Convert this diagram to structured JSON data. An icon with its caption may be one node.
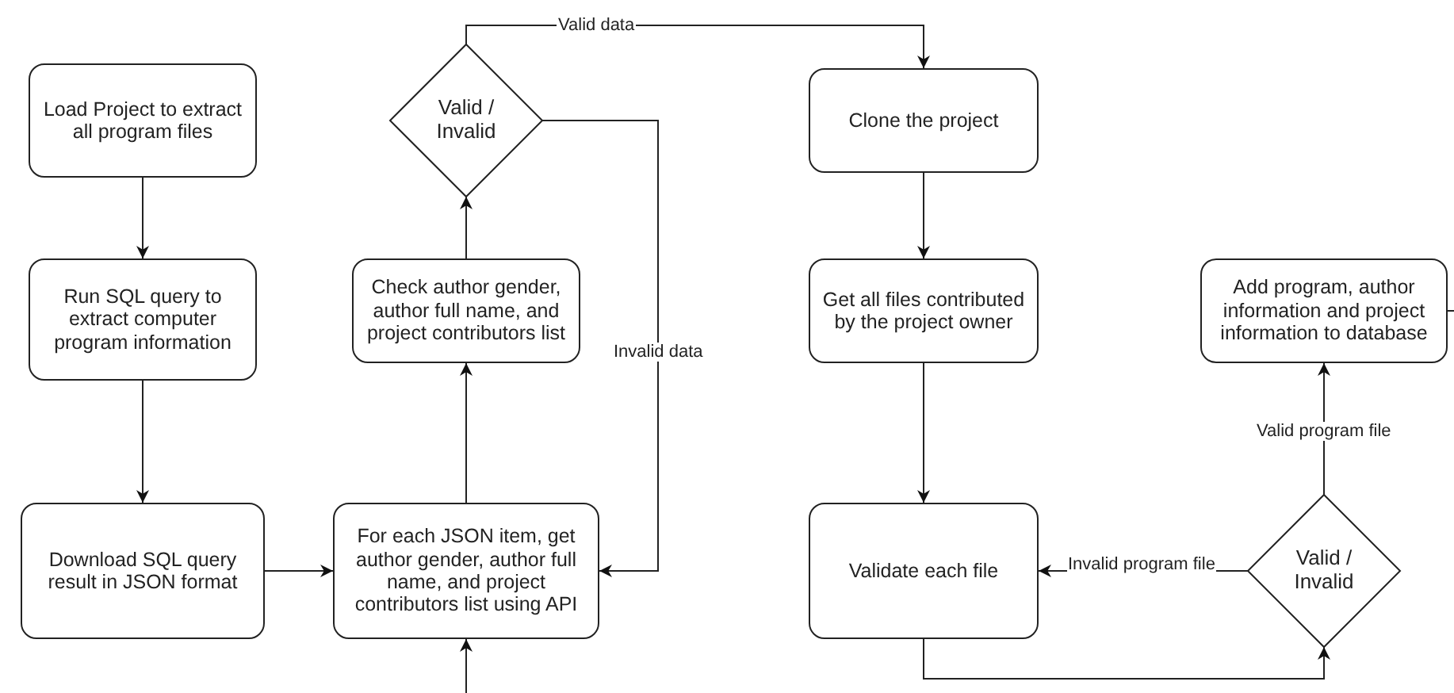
{
  "diagram": {
    "nodes": [
      {
        "text": [
          "Load Project to extract all program files"
        ]
      },
      {
        "text": [
          "Run SQL query to extract computer program information"
        ]
      },
      {
        "text": [
          "Download SQL query result in JSON format"
        ]
      },
      {
        "text": [
          "For each JSON item, get author gender, author full name, and project contributors list using API"
        ]
      },
      {
        "text": [
          "Check author gender, author full name, and project contributors list"
        ]
      },
      {
        "text": [
          "Valid / Invalid"
        ]
      },
      {
        "text": [
          "Clone the project"
        ]
      },
      {
        "text": [
          "Get all files contributed by the project owner"
        ]
      },
      {
        "text": [
          "Validate each file"
        ]
      },
      {
        "text": [
          "Valid / Invalid"
        ]
      },
      {
        "text": [
          "Add program, author information and project information to database"
        ]
      }
    ],
    "edges": [
      {
        "from": 0,
        "to": 1,
        "arrow": "to"
      },
      {
        "from": 1,
        "to": 2,
        "arrow": "to"
      },
      {
        "from": 2,
        "to": 3,
        "arrow": "to"
      },
      {
        "from": 3,
        "to": 4,
        "arrow": "to"
      },
      {
        "from": 4,
        "to": 5,
        "arrow": "to"
      },
      {
        "from": 5,
        "to": 6,
        "arrow": "to",
        "label": "Valid data"
      },
      {
        "from": 5,
        "to": 3,
        "arrow": "to",
        "label": "Invalid data"
      },
      {
        "from": null,
        "to": 3,
        "arrow": "to"
      },
      {
        "from": 6,
        "to": 7,
        "arrow": "to"
      },
      {
        "from": 7,
        "to": 8,
        "arrow": "to"
      },
      {
        "from": 8,
        "to": 9,
        "arrow": "to"
      },
      {
        "from": 9,
        "to": 8,
        "arrow": "to",
        "label": "Invalid program file"
      },
      {
        "from": 9,
        "to": 10,
        "arrow": "to",
        "label": "Valid program file"
      },
      {
        "from": 10,
        "to": null,
        "arrow": "none"
      }
    ]
  }
}
